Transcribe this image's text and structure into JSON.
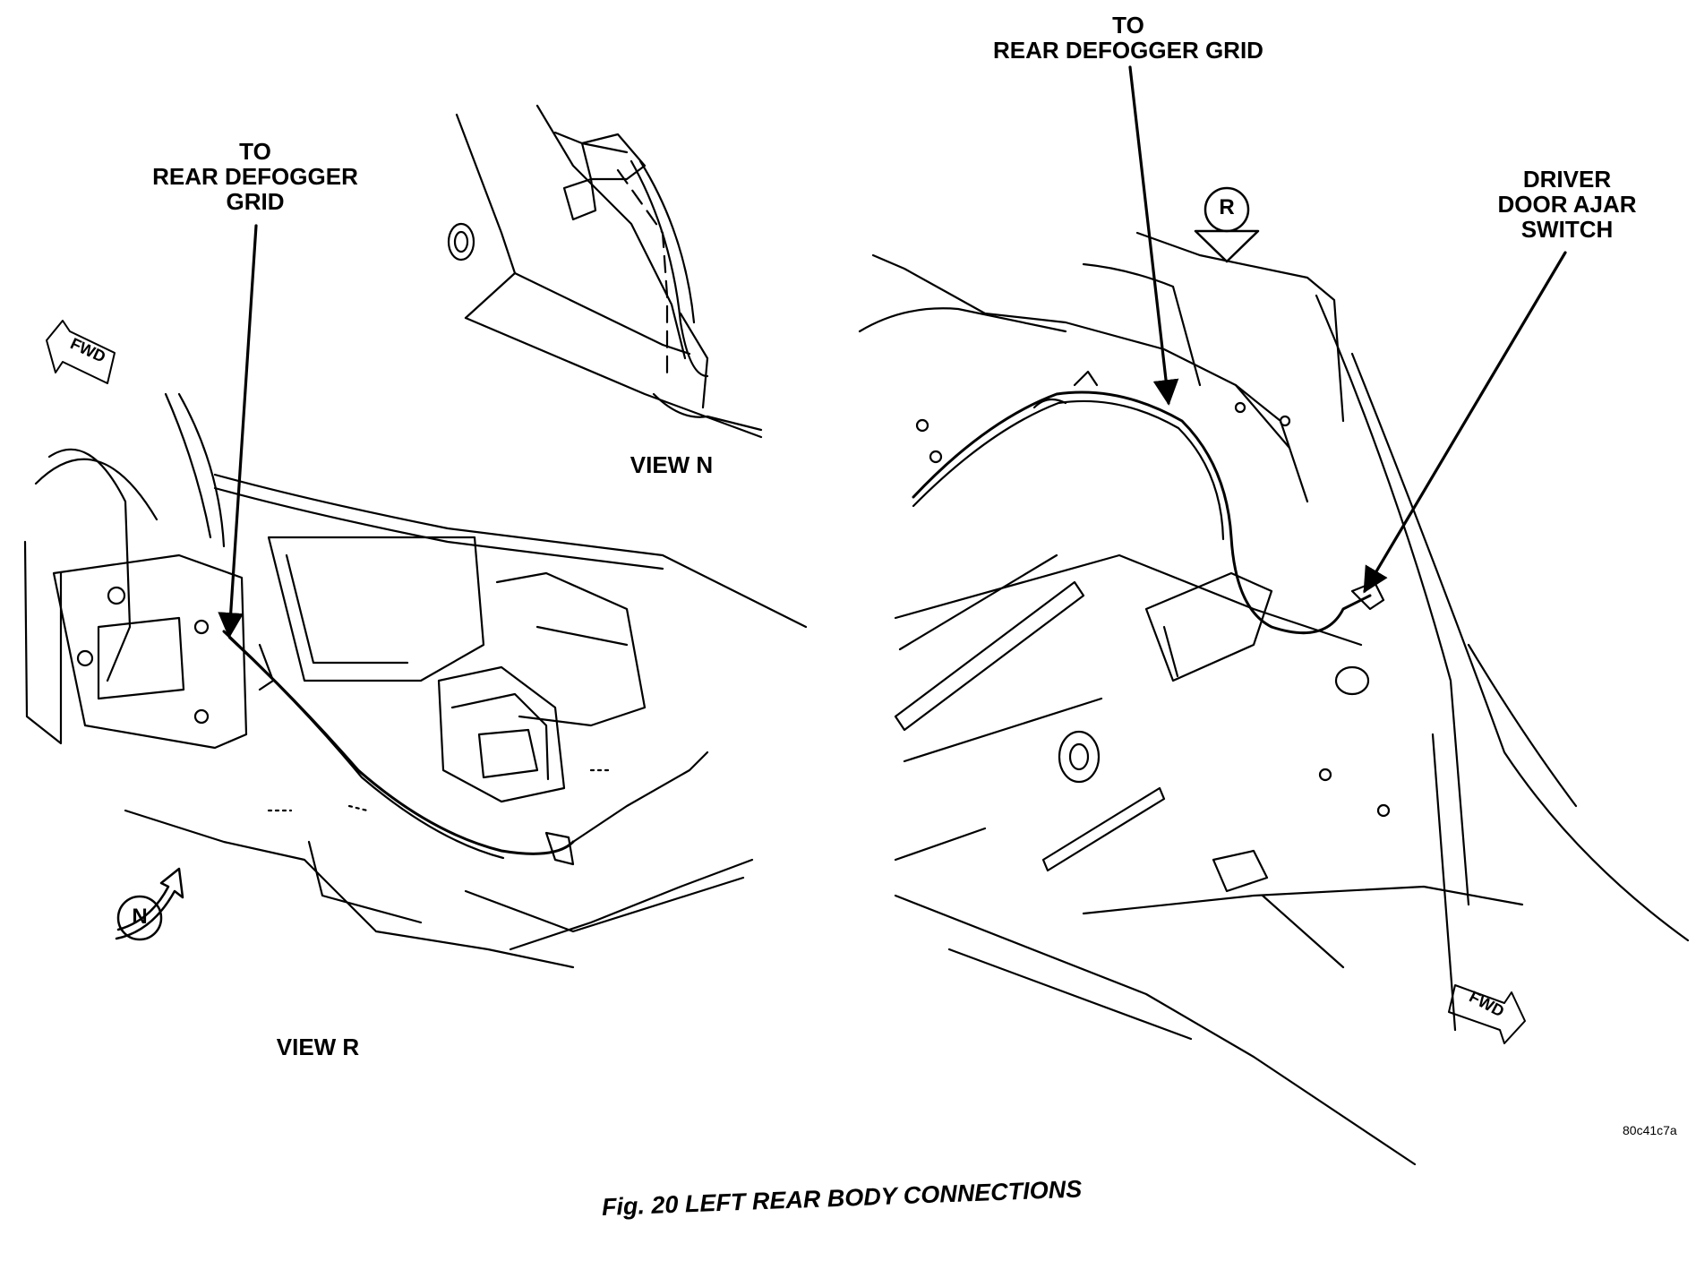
{
  "labels": {
    "defogger_left": [
      "TO",
      "REAR DEFOGGER",
      "GRID"
    ],
    "defogger_right": [
      "TO",
      "REAR DEFOGGER GRID"
    ],
    "door_ajar": [
      "DRIVER",
      "DOOR AJAR",
      "SWITCH"
    ],
    "view_n": "VIEW N",
    "view_r": "VIEW R",
    "callout_n": "N",
    "callout_r": "R",
    "fwd_left": "FWD",
    "fwd_right": "FWD"
  },
  "figure": {
    "ref_code": "80c41c7a",
    "caption": "Fig. 20 LEFT REAR BODY CONNECTIONS"
  },
  "colors": {
    "ink": "#000000",
    "background": "#ffffff"
  }
}
